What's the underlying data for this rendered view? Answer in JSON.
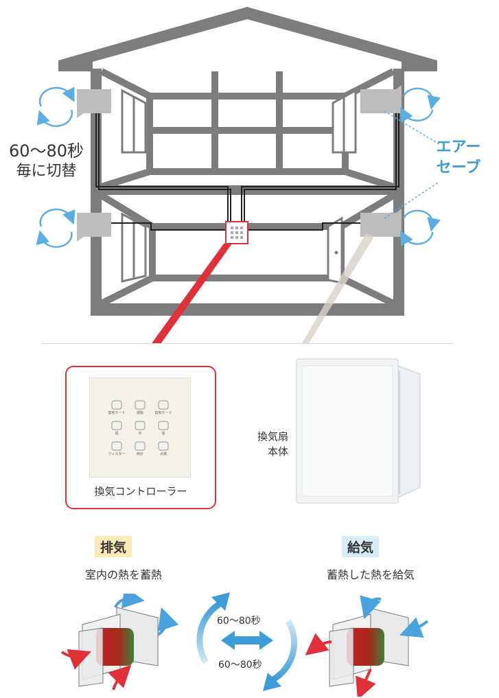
{
  "labels": {
    "cycle_line1": "60〜80秒",
    "cycle_line2": "毎に切替",
    "airsave_line1": "エアー",
    "airsave_line2": "セーブ",
    "controller": "換気コントローラー",
    "fan_line1": "換気扇",
    "fan_line2": "本体",
    "exhaust_tag": "排気",
    "exhaust_sub": "室内の熱を蓄熱",
    "supply_tag": "給気",
    "supply_sub": "蓄熱した熱を給気",
    "cycle_top": "60〜80秒",
    "cycle_bottom": "60〜80秒"
  },
  "controller_panel": {
    "buttons": [
      "換気モード",
      "運転",
      "換気モード",
      "弱",
      "中",
      "強",
      "フィルター",
      "時計",
      "点検"
    ]
  },
  "colors": {
    "house_gray": "#7d7d7d",
    "accent_blue": "#3d9bd8",
    "accent_red": "#e0303a",
    "exhaust_bg": "#fbe9b8",
    "supply_bg": "#d8ecf8"
  }
}
